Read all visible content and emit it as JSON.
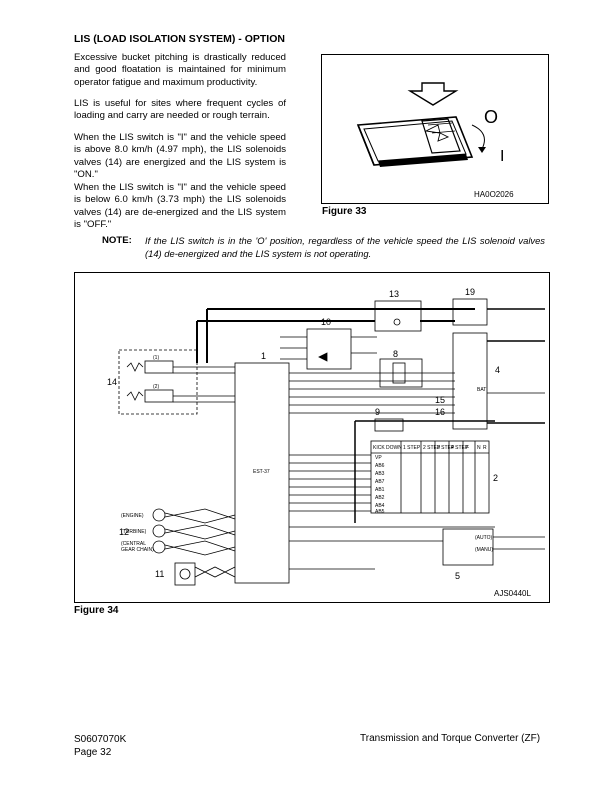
{
  "section": {
    "title": "LIS (LOAD ISOLATION SYSTEM) - OPTION",
    "paragraphs": [
      "Excessive bucket pitching is drastically reduced and good floatation is maintained for minimum operator fatigue and maximum productivity.",
      "LIS is useful for sites where frequent cycles of loading and carry are needed or rough terrain.",
      "When the LIS switch is \"I\" and the vehicle speed is above 8.0 km/h (4.97 mph), the LIS solenoids valves (14) are energized and the LIS system is \"ON.\"",
      "When the LIS switch is \"I\" and the vehicle speed is below 6.0 km/h (3.73 mph) the LIS solenoids valves (14) are de-energized and the LIS system is \"OFF.\""
    ]
  },
  "figure33": {
    "caption": "Figure 33",
    "code": "HA0O2026",
    "switch_labels": {
      "off": "O",
      "on": "I"
    }
  },
  "note": {
    "label": "NOTE:",
    "text": "If the LIS switch is in the 'O' position, regardless of the vehicle speed the LIS solenoid valves (14) de-energized and the LIS system is not operating."
  },
  "figure34": {
    "caption": "Figure 34",
    "code": "AJS0440L",
    "callouts": [
      "1",
      "2",
      "4",
      "5",
      "8",
      "9",
      "10",
      "11",
      "12",
      "13",
      "14",
      "15",
      "16",
      "19"
    ],
    "controller_label": "EST-37",
    "sensor_labels": [
      "(ENGINE)",
      "(TURBINE)",
      "(CENTRAL",
      "GEAR CHAIN)"
    ],
    "valve_labels": [
      "(1)",
      "(2)"
    ],
    "switch_labels": [
      "(AUTO)",
      "(MANU)"
    ],
    "table_header": [
      "KICK DOWN",
      "1 STEP",
      "2 STEP",
      "3 STEP",
      "4 STEP",
      "F",
      "N",
      "R"
    ],
    "table_rows": [
      "VP",
      "AB6",
      "AB3",
      "AB7",
      "AB1",
      "AB2",
      "AB4",
      "AB5"
    ],
    "relay_label": "BAT"
  },
  "footer": {
    "doc_code": "S0607070K",
    "page": "Page 32",
    "chapter": "Transmission and Torque Converter (ZF)"
  }
}
